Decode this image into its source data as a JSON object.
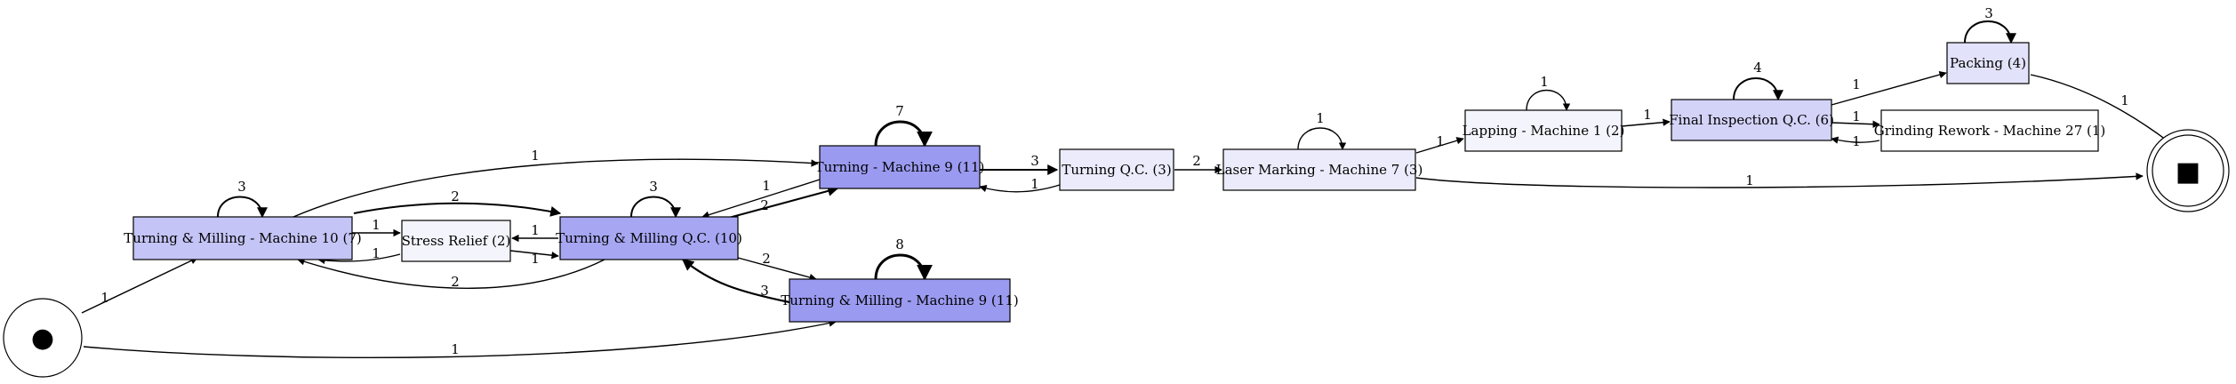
{
  "diagram": {
    "nodes": {
      "tm10": {
        "label": "Turning & Milling - Machine 10 (7)",
        "fill": "#c4c4f6"
      },
      "stress": {
        "label": "Stress Relief (2)",
        "fill": "#f4f4fd"
      },
      "tmqc": {
        "label": "Turning & Milling Q.C. (10)",
        "fill": "#a6a6f2"
      },
      "turn9": {
        "label": "Turning - Machine 9 (11)",
        "fill": "#9a9af0"
      },
      "tm9": {
        "label": "Turning & Milling - Machine 9 (11)",
        "fill": "#9a9af0"
      },
      "turnqc": {
        "label": "Turning Q.C. (3)",
        "fill": "#ebebfb"
      },
      "laser": {
        "label": "Laser Marking - Machine 7 (3)",
        "fill": "#ebebfb"
      },
      "lap": {
        "label": "Lapping - Machine 1 (2)",
        "fill": "#f4f4fd"
      },
      "final": {
        "label": "Final Inspection Q.C. (6)",
        "fill": "#d3d3f8"
      },
      "grind": {
        "label": "Grinding Rework - Machine 27 (1)",
        "fill": "#ffffff"
      },
      "pack": {
        "label": "Packing (4)",
        "fill": "#e2e2fa"
      }
    },
    "start_symbol": "●",
    "end_symbol": "■",
    "edges": {
      "start_tm10": "1",
      "start_tm9": "1",
      "tm10_loop": "3",
      "tm10_stress": "1",
      "stress_tm10": "1",
      "tm10_tmqc": "2",
      "tm10_turn9": "1",
      "stress_tmqc": "1",
      "tmqc_stress": "1",
      "tmqc_loop": "3",
      "tmqc_tm10": "2",
      "tmqc_turn9": "2",
      "turn9_tmqc": "1",
      "tmqc_tm9": "2",
      "tm9_tmqc": "3",
      "tm9_loop": "8",
      "turn9_loop": "7",
      "turn9_turnqc": "3",
      "turnqc_turn9": "1",
      "turnqc_laser": "2",
      "laser_loop": "1",
      "laser_lap": "1",
      "laser_end": "1",
      "lap_loop": "1",
      "lap_final": "1",
      "final_loop": "4",
      "final_grind": "1",
      "grind_final": "1",
      "final_pack": "1",
      "pack_loop": "3",
      "pack_end": "1"
    }
  }
}
